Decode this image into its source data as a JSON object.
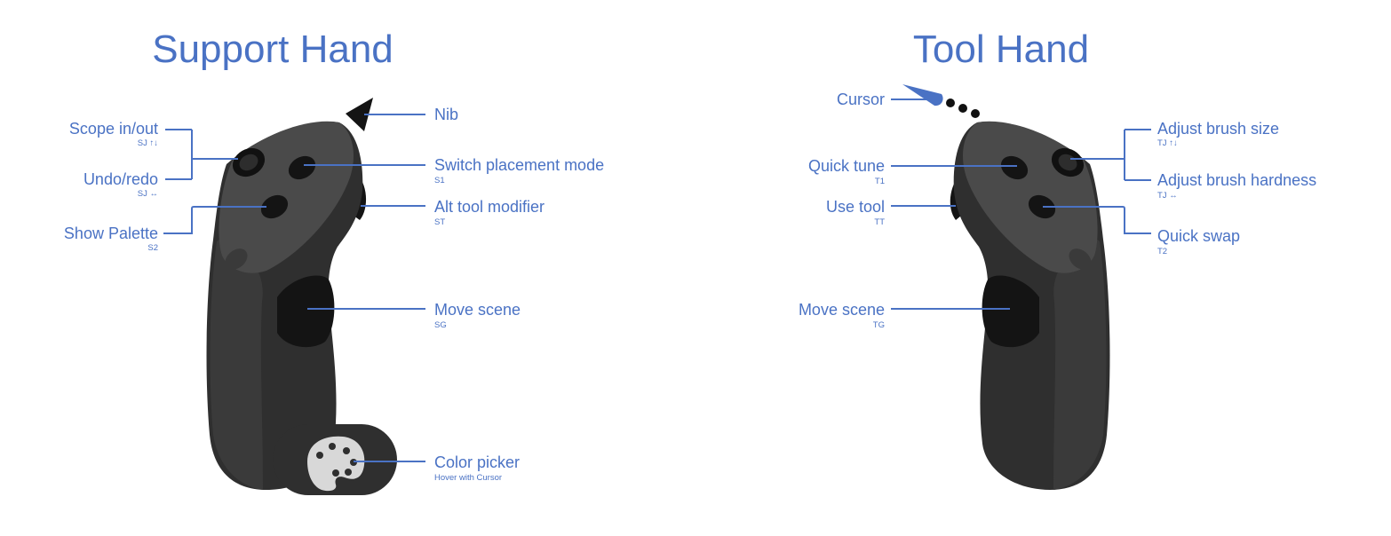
{
  "colors": {
    "accent": "#4a72c4",
    "controller_body": "#2f2f2f",
    "controller_face": "#4a4a4a",
    "button": "#141414",
    "palette_icon": "#d8d8d8"
  },
  "support": {
    "title": "Support Hand",
    "labels": {
      "nib": {
        "text": "Nib",
        "sub": ""
      },
      "scope": {
        "text": "Scope in/out",
        "sub": "SJ ↑↓"
      },
      "undo": {
        "text": "Undo/redo",
        "sub": "SJ ↔"
      },
      "palette": {
        "text": "Show Palette",
        "sub": "S2"
      },
      "switch": {
        "text": "Switch placement mode",
        "sub": "S1"
      },
      "alt": {
        "text": "Alt tool modifier",
        "sub": "ST"
      },
      "move": {
        "text": "Move scene",
        "sub": "SG"
      },
      "color": {
        "text": "Color picker",
        "sub": "Hover with Cursor"
      }
    }
  },
  "tool": {
    "title": "Tool Hand",
    "labels": {
      "cursor": {
        "text": "Cursor",
        "sub": ""
      },
      "size": {
        "text": "Adjust brush size",
        "sub": "TJ ↑↓"
      },
      "hardness": {
        "text": "Adjust brush hardness",
        "sub": "TJ ↔"
      },
      "tune": {
        "text": "Quick tune",
        "sub": "T1"
      },
      "use": {
        "text": "Use tool",
        "sub": "TT"
      },
      "swap": {
        "text": "Quick swap",
        "sub": "T2"
      },
      "move": {
        "text": "Move scene",
        "sub": "TG"
      }
    }
  }
}
